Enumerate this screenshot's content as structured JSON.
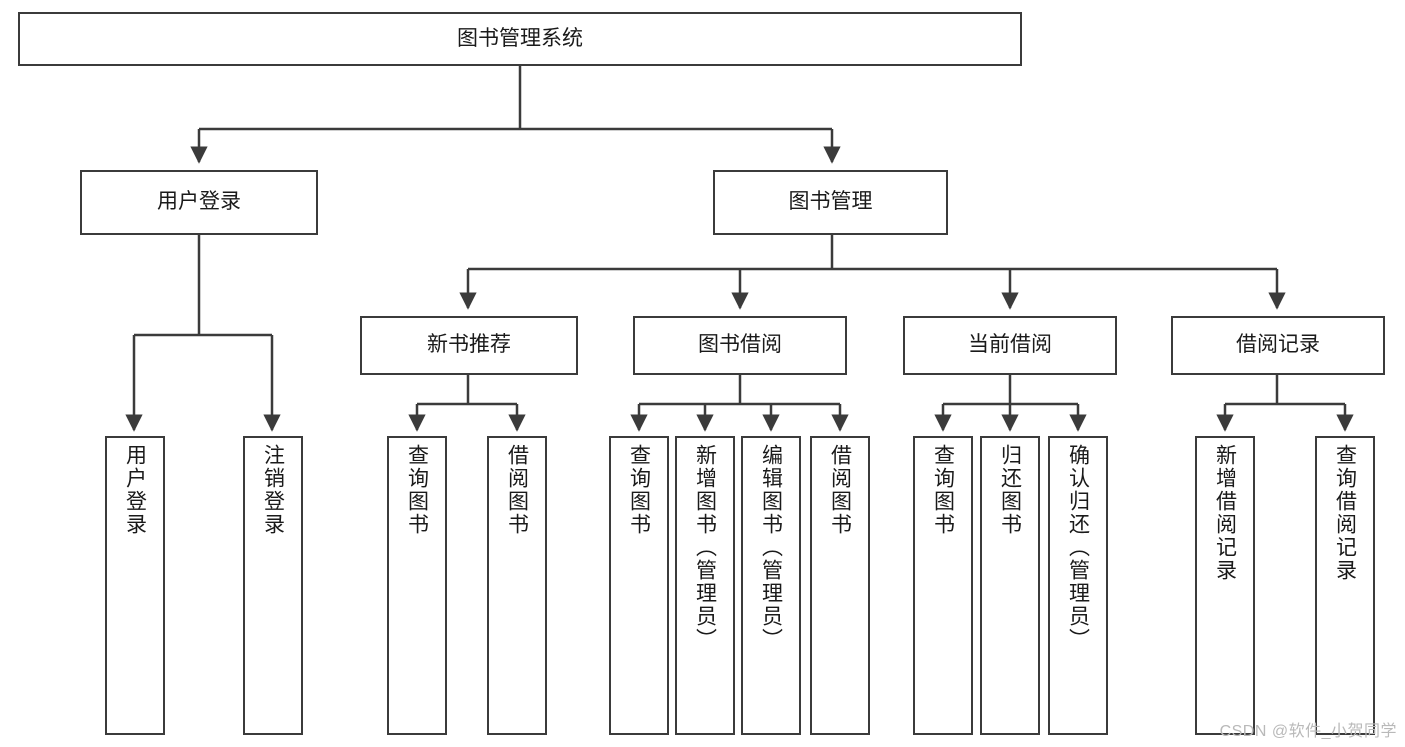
{
  "diagram": {
    "title": "图书管理系统",
    "type": "tree",
    "orientation": "top-down",
    "style": {
      "box_border_color": "#3b3b3b",
      "box_fill_color": "#ffffff",
      "edge_color": "#3b3b3b",
      "text_color": "#1a1a1a",
      "background": "#ffffff"
    },
    "root": {
      "id": "root",
      "label": "图书管理系统",
      "text_direction": "horizontal"
    },
    "level2": [
      {
        "id": "user-login",
        "label": "用户登录",
        "text_direction": "horizontal"
      },
      {
        "id": "book-manage",
        "label": "图书管理",
        "text_direction": "horizontal"
      }
    ],
    "level3": [
      {
        "id": "new-book-recommend",
        "label": "新书推荐",
        "text_direction": "horizontal"
      },
      {
        "id": "book-borrow",
        "label": "图书借阅",
        "text_direction": "horizontal"
      },
      {
        "id": "current-borrow",
        "label": "当前借阅",
        "text_direction": "horizontal"
      },
      {
        "id": "borrow-record",
        "label": "借阅记录",
        "text_direction": "horizontal"
      }
    ],
    "leaves": [
      {
        "id": "leaf-user-login",
        "parent": "user-login",
        "label": "用户登录",
        "text_direction": "vertical"
      },
      {
        "id": "leaf-logout",
        "parent": "user-login",
        "label": "注销登录",
        "text_direction": "vertical"
      },
      {
        "id": "leaf-query-book-1",
        "parent": "new-book-recommend",
        "label": "查询图书",
        "text_direction": "vertical"
      },
      {
        "id": "leaf-borrow-book-1",
        "parent": "new-book-recommend",
        "label": "借阅图书",
        "text_direction": "vertical"
      },
      {
        "id": "leaf-query-book-2",
        "parent": "book-borrow",
        "label": "查询图书",
        "text_direction": "vertical"
      },
      {
        "id": "leaf-add-book",
        "parent": "book-borrow",
        "label": "新增图书（管理员）",
        "text_direction": "vertical"
      },
      {
        "id": "leaf-edit-book",
        "parent": "book-borrow",
        "label": "编辑图书（管理员）",
        "text_direction": "vertical"
      },
      {
        "id": "leaf-borrow-book-2",
        "parent": "book-borrow",
        "label": "借阅图书",
        "text_direction": "vertical"
      },
      {
        "id": "leaf-query-book-3",
        "parent": "current-borrow",
        "label": "查询图书",
        "text_direction": "vertical"
      },
      {
        "id": "leaf-return-book",
        "parent": "current-borrow",
        "label": "归还图书",
        "text_direction": "vertical"
      },
      {
        "id": "leaf-confirm-return",
        "parent": "current-borrow",
        "label": "确认归还（管理员）",
        "text_direction": "vertical"
      },
      {
        "id": "leaf-add-record",
        "parent": "borrow-record",
        "label": "新增借阅记录",
        "text_direction": "vertical"
      },
      {
        "id": "leaf-query-record",
        "parent": "borrow-record",
        "label": "查询借阅记录",
        "text_direction": "vertical"
      }
    ]
  },
  "watermark": {
    "text": "CSDN @软件_小贺同学"
  }
}
